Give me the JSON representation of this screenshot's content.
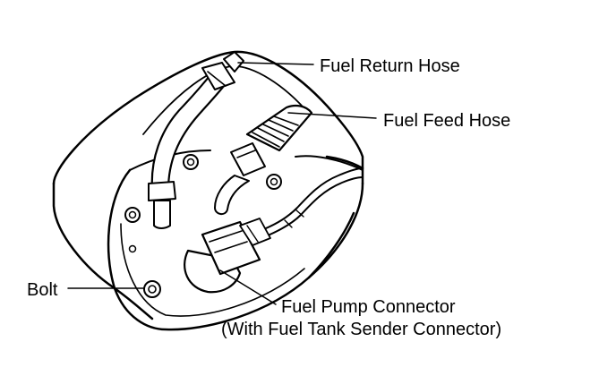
{
  "labels": {
    "fuel_return_hose": "Fuel Return Hose",
    "fuel_feed_hose": "Fuel Feed Hose",
    "bolt": "Bolt",
    "fuel_pump_connector_line1": "Fuel Pump Connector",
    "fuel_pump_connector_line2": "(With Fuel Tank Sender Connector)"
  },
  "colors": {
    "ink": "#000000",
    "background": "#ffffff"
  }
}
